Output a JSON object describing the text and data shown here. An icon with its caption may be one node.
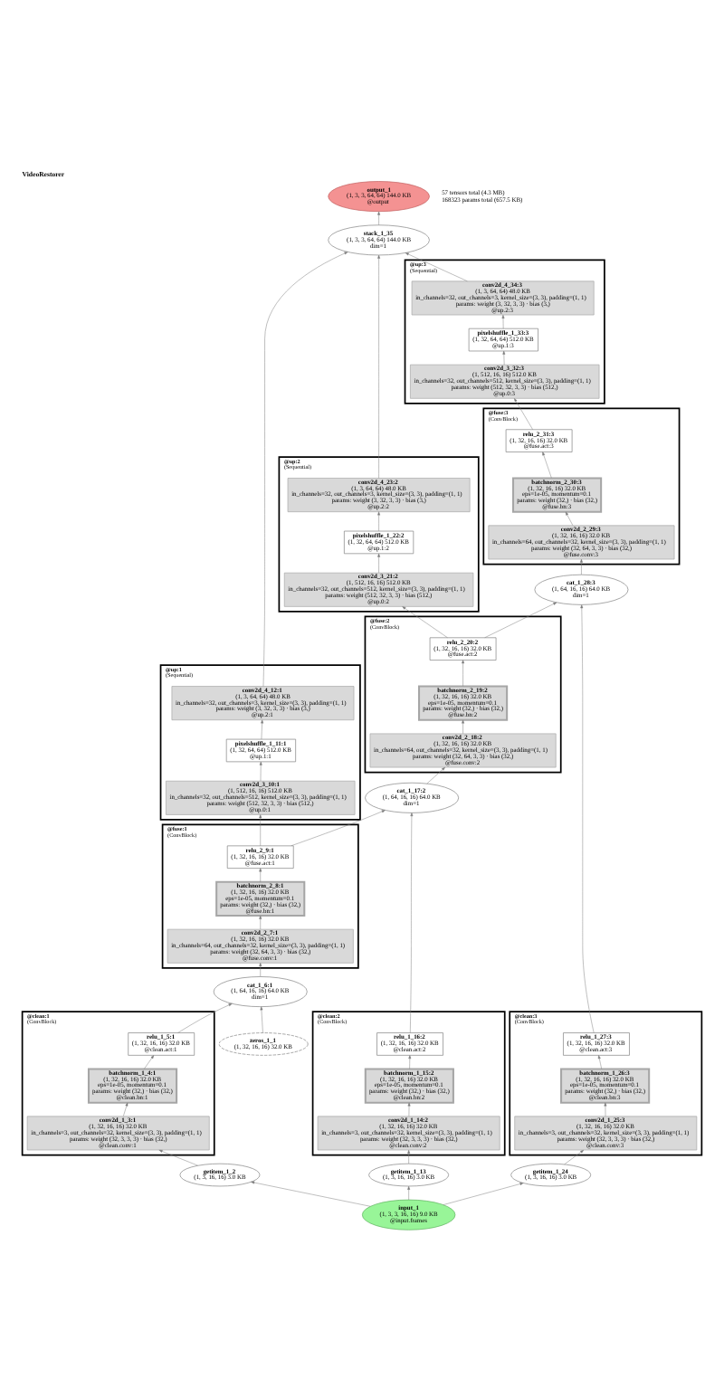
{
  "diagram": {
    "title": "VideoRestorer",
    "nodes": [
      {
        "text": [
          "output_1",
          "(1, 3, 3, 64, 64) 144.0 KB",
          "@output"
        ]
      },
      {
        "text": [
          "stack_1_35",
          "(1, 3, 3, 64, 64) 144.0 KB",
          "dim=1"
        ]
      },
      {
        "text": [
          "@up:3",
          "(Sequential)"
        ]
      },
      {
        "text": [
          "conv2d_4_34:3",
          "(1, 3, 64, 64) 48.0 KB",
          "in_channels=32, out_channels=3, kernel_size=(3, 3), padding=(1, 1)",
          "params: weight (3, 32, 3, 3) · bias (3,)",
          "@up.2:3"
        ],
        "in": 2
      },
      {
        "text": [
          "pixelshuffle_1_33:3",
          "(1, 32, 64, 64) 512.0 KB",
          "@up.1:3"
        ],
        "in": 2
      },
      {
        "text": [
          "conv2d_3_32:3",
          "(1, 512, 16, 16) 512.0 KB",
          "in_channels=32, out_channels=512, kernel_size=(3, 3), padding=(1, 1)",
          "params: weight (512, 32, 3, 3) · bias (512,)",
          "@up.0:3"
        ],
        "in": 2
      },
      {
        "text": [
          "@fuse:3",
          "(ConvBlock)"
        ]
      },
      {
        "text": [
          "relu_2_31:3",
          "(1, 32, 16, 16) 32.0 KB",
          "@fuse.act:3"
        ],
        "in": 6
      },
      {
        "text": [
          "batchnorm_2_30:3",
          "(1, 32, 16, 16) 32.0 KB",
          "eps=1e-05, momentum=0.1",
          "params: weight (32,) · bias (32,)",
          "@fuse.bn:3"
        ],
        "in": 6
      },
      {
        "text": [
          "conv2d_2_29:3",
          "(1, 32, 16, 16) 32.0 KB",
          "in_channels=64, out_channels=32, kernel_size=(3, 3), padding=(1, 1)",
          "params: weight (32, 64, 3, 3) · bias (32,)",
          "@fuse.conv:3"
        ],
        "in": 6
      },
      {
        "text": [
          "@up:2",
          "(Sequential)"
        ]
      },
      {
        "text": [
          "conv2d_4_23:2",
          "(1, 3, 64, 64) 48.0 KB",
          "in_channels=32, out_channels=3, kernel_size=(3, 3), padding=(1, 1)",
          "params: weight (3, 32, 3, 3) · bias (3,)",
          "@up.2:2"
        ],
        "in": 10
      },
      {
        "text": [
          "pixelshuffle_1_22:2",
          "(1, 32, 64, 64) 512.0 KB",
          "@up.1:2"
        ],
        "in": 10
      },
      {
        "text": [
          "conv2d_3_21:2",
          "(1, 512, 16, 16) 512.0 KB",
          "in_channels=32, out_channels=512, kernel_size=(3, 3), padding=(1, 1)",
          "params: weight (512, 32, 3, 3) · bias (512,)",
          "@up.0:2"
        ],
        "in": 10
      },
      {
        "text": [
          "cat_1_28:3",
          "(1, 64, 16, 16) 64.0 KB",
          "dim=1"
        ]
      },
      {
        "text": [
          "@fuse:2",
          "(ConvBlock)"
        ]
      },
      {
        "text": [
          "relu_2_20:2",
          "(1, 32, 16, 16) 32.0 KB",
          "@fuse.act:2"
        ],
        "in": 15
      },
      {
        "text": [
          "batchnorm_2_19:2",
          "(1, 32, 16, 16) 32.0 KB",
          "eps=1e-05, momentum=0.1",
          "params: weight (32,) · bias (32,)",
          "@fuse.bn:2"
        ],
        "in": 15
      },
      {
        "text": [
          "conv2d_2_18:2",
          "(1, 32, 16, 16) 32.0 KB",
          "in_channels=64, out_channels=32, kernel_size=(3, 3), padding=(1, 1)",
          "params: weight (32, 64, 3, 3) · bias (32,)",
          "@fuse.conv:2"
        ],
        "in": 15
      },
      {
        "text": [
          "@up:1",
          "(Sequential)"
        ]
      },
      {
        "text": [
          "conv2d_4_12:1",
          "(1, 3, 64, 64) 48.0 KB",
          "in_channels=32, out_channels=3, kernel_size=(3, 3), padding=(1, 1)",
          "params: weight (3, 32, 3, 3) · bias (3,)",
          "@up.2:1"
        ],
        "in": 19
      },
      {
        "text": [
          "pixelshuffle_1_11:1",
          "(1, 32, 64, 64) 512.0 KB",
          "@up.1:1"
        ],
        "in": 19
      },
      {
        "text": [
          "conv2d_3_10:1",
          "(1, 512, 16, 16) 512.0 KB",
          "in_channels=32, out_channels=512, kernel_size=(3, 3), padding=(1, 1)",
          "params: weight (512, 32, 3, 3) · bias (512,)",
          "@up.0:1"
        ],
        "in": 19
      },
      {
        "text": [
          "cat_1_17:2",
          "(1, 64, 16, 16) 64.0 KB",
          "dim=1"
        ]
      },
      {
        "text": [
          "@fuse:1",
          "(ConvBlock)"
        ]
      },
      {
        "text": [
          "relu_2_9:1",
          "(1, 32, 16, 16) 32.0 KB",
          "@fuse.act:1"
        ],
        "in": 24
      },
      {
        "text": [
          "batchnorm_2_8:1",
          "(1, 32, 16, 16) 32.0 KB",
          "eps=1e-05, momentum=0.1",
          "params: weight (32,) · bias (32,)",
          "@fuse.bn:1"
        ],
        "in": 24
      },
      {
        "text": [
          "conv2d_2_7:1",
          "(1, 32, 16, 16) 32.0 KB",
          "in_channels=64, out_channels=32, kernel_size=(3, 3), padding=(1, 1)",
          "params: weight (32, 64, 3, 3) · bias (32,)",
          "@fuse.conv:1"
        ],
        "in": 24
      },
      {
        "text": [
          "cat_1_6:1",
          "(1, 64, 16, 16) 64.0 KB",
          "dim=1"
        ]
      },
      {
        "text": [
          "@clean:1",
          "(ConvBlock)"
        ]
      },
      {
        "text": [
          "relu_1_5:1",
          "(1, 32, 16, 16) 32.0 KB",
          "@clean.act:1"
        ],
        "in": 29
      },
      {
        "text": [
          "batchnorm_1_4:1",
          "(1, 32, 16, 16) 32.0 KB",
          "eps=1e-05, momentum=0.1",
          "params: weight (32,) · bias (32,)",
          "@clean.bn:1"
        ],
        "in": 29
      },
      {
        "text": [
          "conv2d_1_3:1",
          "(1, 32, 16, 16) 32.0 KB",
          "in_channels=3, out_channels=32, kernel_size=(3, 3), padding=(1, 1)",
          "params: weight (32, 3, 3, 3) · bias (32,)",
          "@clean.conv:1"
        ],
        "in": 29
      },
      {
        "text": [
          "zeros_1_1",
          "(1, 32, 16, 16) 32.0 KB"
        ]
      },
      {
        "text": [
          "@clean:2",
          "(ConvBlock)"
        ]
      },
      {
        "text": [
          "relu_1_16:2",
          "(1, 32, 16, 16) 32.0 KB",
          "@clean.act:2"
        ],
        "in": 34
      },
      {
        "text": [
          "batchnorm_1_15:2",
          "(1, 32, 16, 16) 32.0 KB",
          "eps=1e-05, momentum=0.1",
          "params: weight (32,) · bias (32,)",
          "@clean.bn:2"
        ],
        "in": 34
      },
      {
        "text": [
          "conv2d_1_14:2",
          "(1, 32, 16, 16) 32.0 KB",
          "in_channels=3, out_channels=32, kernel_size=(3, 3), padding=(1, 1)",
          "params: weight (32, 3, 3, 3) · bias (32,)",
          "@clean.conv:2"
        ],
        "in": 34
      },
      {
        "text": [
          "@clean:3",
          "(ConvBlock)"
        ]
      },
      {
        "text": [
          "relu_1_27:3",
          "(1, 32, 16, 16) 32.0 KB",
          "@clean.act:3"
        ],
        "in": 38
      },
      {
        "text": [
          "batchnorm_1_26:3",
          "(1, 32, 16, 16) 32.0 KB",
          "eps=1e-05, momentum=0.1",
          "params: weight (32,) · bias (32,)",
          "@clean.bn:3"
        ],
        "in": 38
      },
      {
        "text": [
          "conv2d_1_25:3",
          "(1, 32, 16, 16) 32.0 KB",
          "in_channels=3, out_channels=32, kernel_size=(3, 3), padding=(1, 1)",
          "params: weight (32, 3, 3, 3) · bias (32,)",
          "@clean.conv:3"
        ],
        "in": 38
      },
      {
        "text": [
          "getitem_1_2",
          "(1, 3, 16, 16) 3.0 KB"
        ]
      },
      {
        "text": [
          "getitem_1_13",
          "(1, 3, 16, 16) 3.0 KB"
        ]
      },
      {
        "text": [
          "getitem_1_24",
          "(1, 3, 16, 16) 3.0 KB"
        ]
      },
      {
        "text": [
          "input_1",
          "(1, 3, 3, 16, 16) 9.0 KB",
          "@input.frames"
        ]
      }
    ],
    "edges": [
      {
        "from": 45,
        "to": 42,
        "arrow": "to"
      },
      {
        "from": 45,
        "to": 43,
        "arrow": "to"
      },
      {
        "from": 45,
        "to": 44,
        "arrow": "to"
      },
      {
        "from": 42,
        "to": 32,
        "arrow": "to"
      },
      {
        "from": 43,
        "to": 37,
        "arrow": "to"
      },
      {
        "from": 44,
        "to": 41,
        "arrow": "to"
      },
      {
        "from": 32,
        "to": 31,
        "arrow": "to"
      },
      {
        "from": 31,
        "to": 30,
        "arrow": "to"
      },
      {
        "from": 30,
        "to": 28,
        "arrow": "to"
      },
      {
        "from": 33,
        "to": 28,
        "arrow": "to"
      },
      {
        "from": 28,
        "to": 27,
        "arrow": "to"
      },
      {
        "from": 27,
        "to": 26,
        "arrow": "to"
      },
      {
        "from": 26,
        "to": 25,
        "arrow": "to"
      },
      {
        "from": 25,
        "to": 22,
        "arrow": "to"
      },
      {
        "from": 25,
        "to": 23,
        "arrow": "to"
      },
      {
        "from": 22,
        "to": 21,
        "arrow": "to"
      },
      {
        "from": 21,
        "to": 20,
        "arrow": "to"
      },
      {
        "from": 20,
        "to": 1,
        "arrow": "to"
      },
      {
        "from": 37,
        "to": 36,
        "arrow": "to"
      },
      {
        "from": 36,
        "to": 35,
        "arrow": "to"
      },
      {
        "from": 35,
        "to": 23,
        "arrow": "to"
      },
      {
        "from": 23,
        "to": 18,
        "arrow": "to"
      },
      {
        "from": 18,
        "to": 17,
        "arrow": "to"
      },
      {
        "from": 17,
        "to": 16,
        "arrow": "to"
      },
      {
        "from": 16,
        "to": 13,
        "arrow": "to"
      },
      {
        "from": 16,
        "to": 14,
        "arrow": "to"
      },
      {
        "from": 13,
        "to": 12,
        "arrow": "to"
      },
      {
        "from": 12,
        "to": 11,
        "arrow": "to"
      },
      {
        "from": 11,
        "to": 1,
        "arrow": "to"
      },
      {
        "from": 41,
        "to": 40,
        "arrow": "to"
      },
      {
        "from": 40,
        "to": 39,
        "arrow": "to"
      },
      {
        "from": 39,
        "to": 14,
        "arrow": "to"
      },
      {
        "from": 14,
        "to": 9,
        "arrow": "to"
      },
      {
        "from": 9,
        "to": 8,
        "arrow": "to"
      },
      {
        "from": 8,
        "to": 7,
        "arrow": "to"
      },
      {
        "from": 7,
        "to": 5,
        "arrow": "to"
      },
      {
        "from": 5,
        "to": 4,
        "arrow": "to"
      },
      {
        "from": 4,
        "to": 3,
        "arrow": "to"
      },
      {
        "from": 3,
        "to": 1,
        "arrow": "to"
      },
      {
        "from": 1,
        "to": 0,
        "arrow": "to"
      }
    ],
    "labels": [
      "57 tensors total (4.3 MB)",
      "168323 params total (657.5 KB)"
    ]
  }
}
